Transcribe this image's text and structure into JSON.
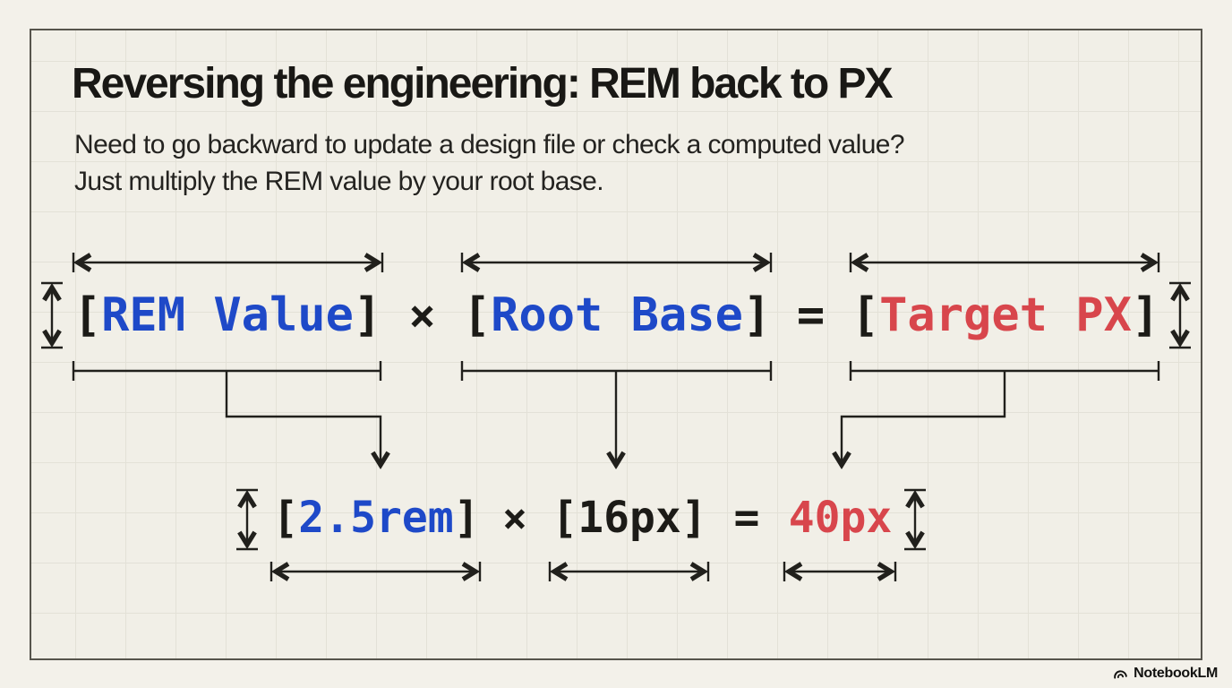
{
  "header": {
    "title": "Reversing the engineering: REM back to PX",
    "subtitle_line1": "Need to go backward to update a design file or check a computed value?",
    "subtitle_line2": "Just multiply the REM value by your root base."
  },
  "formula_row": {
    "terms": [
      {
        "open": "[",
        "label": "REM Value",
        "close": "]"
      },
      {
        "open": "[",
        "label": "Root Base",
        "close": "]"
      },
      {
        "open": "[",
        "label": "Target PX",
        "close": "]"
      }
    ],
    "multiply": "×",
    "equals": "="
  },
  "example_row": {
    "terms": [
      {
        "open": "[",
        "label": "2.5rem",
        "close": "]"
      },
      {
        "open": "[",
        "label": "16px",
        "close": "]"
      }
    ],
    "multiply": "×",
    "equals": "=",
    "result": "40px"
  },
  "branding": {
    "logo_text": "NotebookLM"
  },
  "colors": {
    "accent_blue": "#1e49c8",
    "accent_red": "#d8464c",
    "ink": "#21201c",
    "canvas": "#f1efe7",
    "page_background": "#f3f1ea"
  }
}
